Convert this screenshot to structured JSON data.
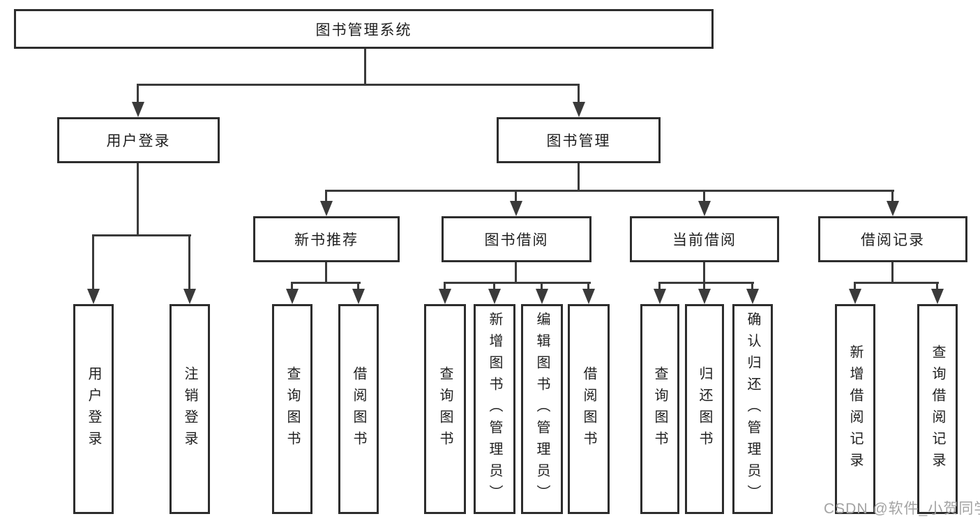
{
  "watermark": {
    "text": "CSDN @软件_小贺同学"
  },
  "colors": {
    "line": "#3a3a3a",
    "box_border": "#2d2d2d",
    "text": "#1f1f1f",
    "background": "#ffffff",
    "watermark": "#a3a3a3"
  },
  "tree": {
    "label": "图书管理系统",
    "children": [
      {
        "label": "用户登录",
        "children": [
          {
            "label": "用户登录"
          },
          {
            "label": "注销登录"
          }
        ]
      },
      {
        "label": "图书管理",
        "children": [
          {
            "label": "新书推荐",
            "children": [
              {
                "label": "查询图书"
              },
              {
                "label": "借阅图书"
              }
            ]
          },
          {
            "label": "图书借阅",
            "children": [
              {
                "label": "查询图书"
              },
              {
                "label": "新增图书（管理员）"
              },
              {
                "label": "编辑图书（管理员）"
              },
              {
                "label": "借阅图书"
              }
            ]
          },
          {
            "label": "当前借阅",
            "children": [
              {
                "label": "查询图书"
              },
              {
                "label": "归还图书"
              },
              {
                "label": "确认归还（管理员）"
              }
            ]
          },
          {
            "label": "借阅记录",
            "children": [
              {
                "label": "新增借阅记录"
              },
              {
                "label": "查询借阅记录"
              }
            ]
          }
        ]
      }
    ]
  }
}
